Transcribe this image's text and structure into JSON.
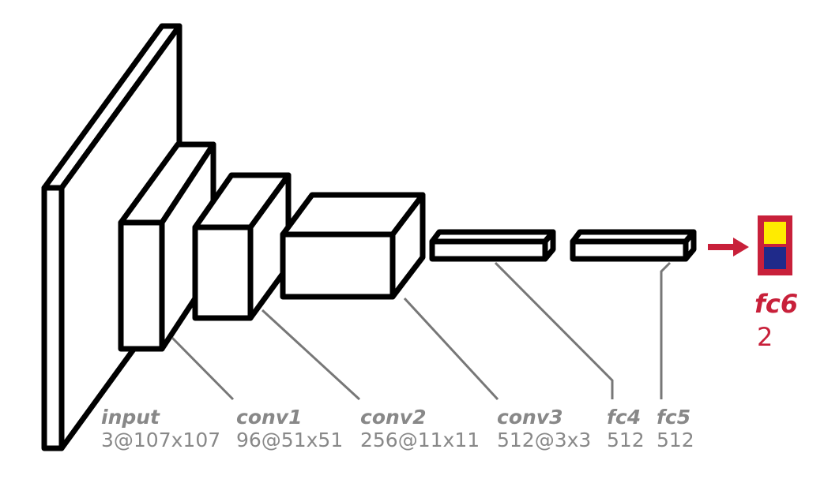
{
  "layers": [
    {
      "name": "input",
      "dims": "3@107x107"
    },
    {
      "name": "conv1",
      "dims": "96@51x51"
    },
    {
      "name": "conv2",
      "dims": "256@11x11"
    },
    {
      "name": "conv3",
      "dims": "512@3x3"
    },
    {
      "name": "fc4",
      "dims": "512"
    },
    {
      "name": "fc5",
      "dims": "512"
    }
  ],
  "output": {
    "name": "fc6",
    "dims": "2",
    "units": [
      {
        "color": "#ffeb00"
      },
      {
        "color": "#1f2a8a"
      }
    ]
  },
  "colors": {
    "outline": "#000000",
    "label": "#888888",
    "leader": "#777777",
    "output_accent": "#c8203a"
  }
}
